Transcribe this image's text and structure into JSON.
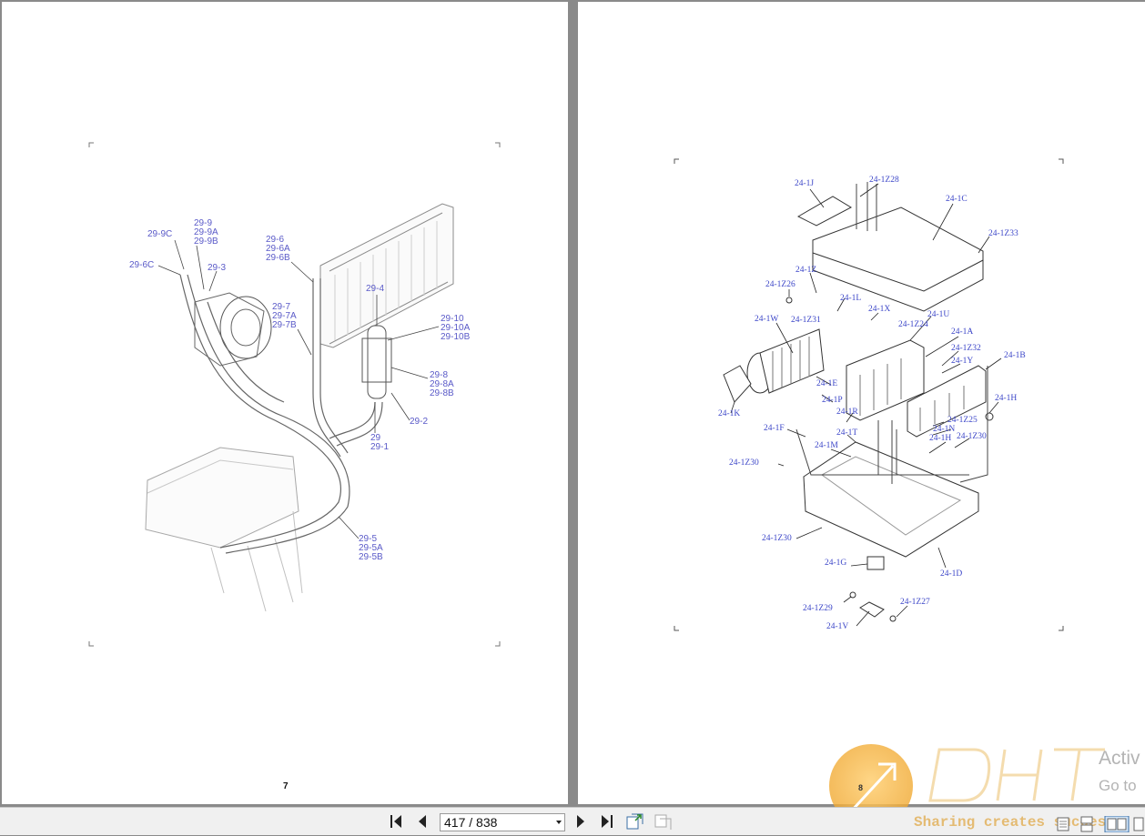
{
  "document": {
    "left_page": {
      "page_number": "7",
      "labels": {
        "l_9c": "29-9C",
        "l_9": "29-9",
        "l_9a": "29-9A",
        "l_9b": "29-9B",
        "l_6c": "29-6C",
        "l_3": "29-3",
        "l_6": "29-6",
        "l_6a": "29-6A",
        "l_6b": "29-6B",
        "l_4": "29-4",
        "l_7": "29-7",
        "l_7a": "29-7A",
        "l_7b": "29-7B",
        "l_10": "29-10",
        "l_10a": "29-10A",
        "l_10b": "29-10B",
        "l_8": "29-8",
        "l_8a": "29-8A",
        "l_8b": "29-8B",
        "l_2": "29-2",
        "l_29": "29",
        "l_1": "29-1",
        "l_5": "29-5",
        "l_5a": "29-5A",
        "l_5b": "29-5B"
      }
    },
    "right_page": {
      "page_number": "8",
      "labels": {
        "j": "24-1J",
        "z28": "24-1Z28",
        "c": "24-1C",
        "z33": "24-1Z33",
        "z": "24-1Z",
        "z26": "24-1Z26",
        "l": "24-1L",
        "x": "24-1X",
        "z31": "24-1Z31",
        "w": "24-1W",
        "z24": "24-1Z24",
        "u": "24-1U",
        "a": "24-1A",
        "z32": "24-1Z32",
        "b": "24-1B",
        "y": "24-1Y",
        "e": "24-1E",
        "k": "24-1K",
        "p": "24-1P",
        "h": "24-1H",
        "r": "24-1R",
        "z25": "24-1Z25",
        "f": "24-1F",
        "t": "24-1T",
        "n": "24-1N",
        "h2": "24-1H",
        "z30a": "24-1Z30",
        "m": "24-1M",
        "z30b": "24-1Z30",
        "z30c": "24-1Z30",
        "g": "24-1G",
        "d": "24-1D",
        "z29": "24-1Z29",
        "z27": "24-1Z27",
        "v": "24-1V"
      }
    }
  },
  "toolbar": {
    "page_indicator": "417 / 838"
  },
  "overlay": {
    "watermark_tagline": "Sharing creates success",
    "activate_line1": "Activ",
    "activate_line2": "Go to"
  }
}
